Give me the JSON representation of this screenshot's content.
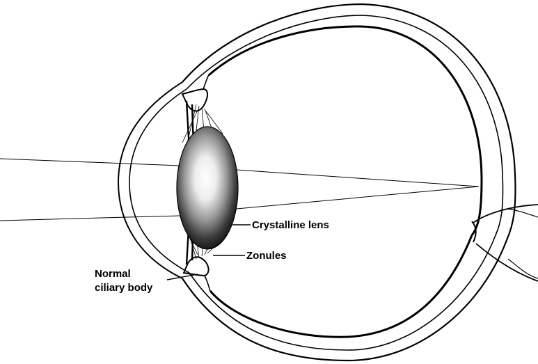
{
  "labels": {
    "crystalline_lens": "Crystalline lens",
    "zonules": "Zonules",
    "ciliary_line1": "Normal",
    "ciliary_line2": "ciliary body"
  },
  "colors": {
    "ink": "#000000",
    "background": "#ffffff",
    "lens_center": "#ffffff",
    "lens_edge": "#111111"
  }
}
